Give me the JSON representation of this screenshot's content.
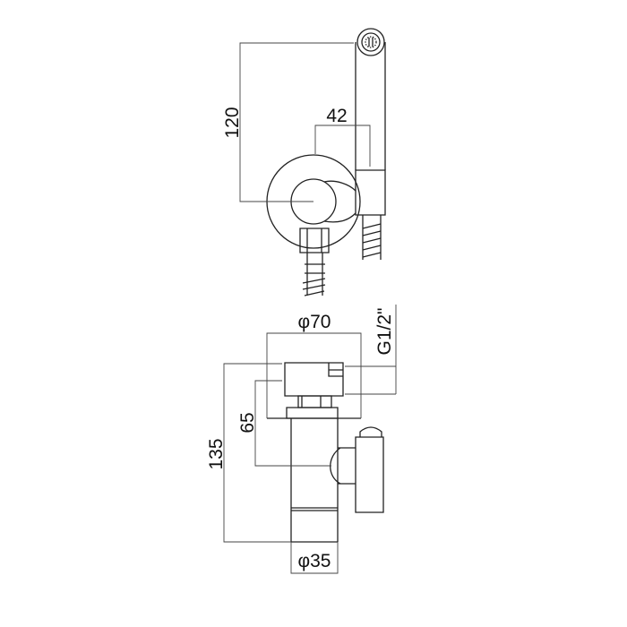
{
  "top_view": {
    "dim_height": "120",
    "dim_offset": "42"
  },
  "bottom_view": {
    "dim_plate": "φ70",
    "dim_thread": "G1/2\"",
    "dim_total": "135",
    "dim_outlet": "65",
    "dim_pipe": "φ35"
  },
  "colors": {
    "line": "#222222",
    "background": "#ffffff"
  }
}
